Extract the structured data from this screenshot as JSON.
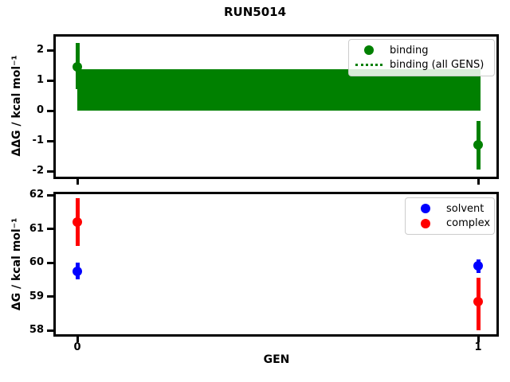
{
  "title": "RUN5014",
  "chart_data": [
    {
      "type": "scatter",
      "subplot": "top",
      "ylabel": "ΔΔG / kcal mol⁻¹",
      "xlabel": "",
      "ylim": [
        -2.2,
        2.5
      ],
      "xlim": [
        -0.06,
        1.05
      ],
      "yticks": [
        2,
        1,
        0,
        -1,
        -2
      ],
      "xticks": [
        0,
        1
      ],
      "xtick_labels": [
        "",
        ""
      ],
      "grid": false,
      "legend_position": "upper right",
      "series": [
        {
          "name": "binding",
          "color": "#008000",
          "marker": "circle",
          "x": [
            0,
            1
          ],
          "y": [
            1.45,
            -1.13
          ],
          "yerr_low": [
            0.7,
            -1.95
          ],
          "yerr_high": [
            2.25,
            -0.33
          ]
        }
      ],
      "band": {
        "name": "binding (all GENS)",
        "color": "#008000",
        "x": [
          0,
          1
        ],
        "y_center": 0.68,
        "y_low": 0.0,
        "y_high": 1.37
      },
      "legend": [
        {
          "label": "binding",
          "glyph": "dot",
          "color": "#008000"
        },
        {
          "label": "binding (all GENS)",
          "glyph": "dotted-line",
          "color": "#008000"
        }
      ]
    },
    {
      "type": "scatter",
      "subplot": "bottom",
      "ylabel": "ΔG / kcal mol⁻¹",
      "xlabel": "GEN",
      "ylim": [
        57.9,
        62.1
      ],
      "xlim": [
        -0.06,
        1.05
      ],
      "yticks": [
        62,
        61,
        60,
        59,
        58
      ],
      "xticks": [
        0,
        1
      ],
      "xtick_labels": [
        "0",
        "1"
      ],
      "grid": false,
      "legend_position": "upper right",
      "series": [
        {
          "name": "solvent",
          "color": "#0000ff",
          "marker": "circle",
          "x": [
            0,
            1
          ],
          "y": [
            59.75,
            59.9
          ],
          "yerr_low": [
            59.5,
            59.7
          ],
          "yerr_high": [
            60.0,
            60.1
          ]
        },
        {
          "name": "complex",
          "color": "#ff0000",
          "marker": "circle",
          "x": [
            0,
            1
          ],
          "y": [
            61.2,
            58.85
          ],
          "yerr_low": [
            60.5,
            58.0
          ],
          "yerr_high": [
            61.9,
            59.55
          ]
        }
      ],
      "legend": [
        {
          "label": "solvent",
          "glyph": "dot",
          "color": "#0000ff"
        },
        {
          "label": "complex",
          "glyph": "dot",
          "color": "#ff0000"
        }
      ]
    }
  ]
}
